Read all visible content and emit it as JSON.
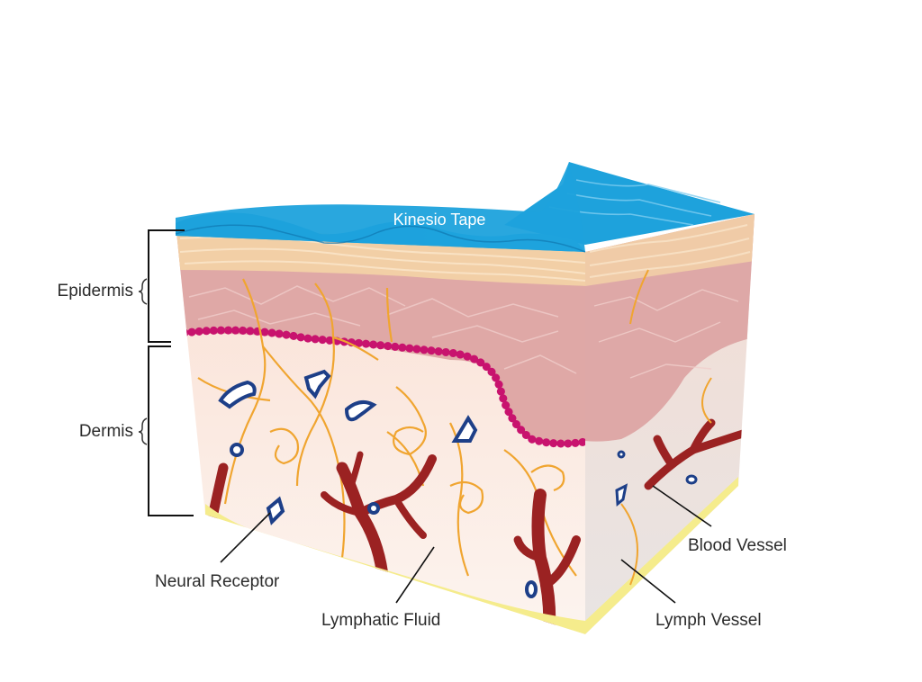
{
  "labels": {
    "tape": "Kinesio Tape",
    "epidermis": "Epidermis",
    "dermis": "Dermis",
    "neural_receptor": "Neural Receptor",
    "lymphatic_fluid": "Lymphatic Fluid",
    "lymph_vessel": "Lymph Vessel",
    "blood_vessel": "Blood Vessel"
  },
  "colors": {
    "tape": "#1ea2dc",
    "epidermis_top": "#f2cfa6",
    "epidermis_lower": "#dfa8a6",
    "basement_membrane": "#c8136e",
    "dermis_top": "#fae2d6",
    "dermis_bottom": "#fbf1ec",
    "subcutis": "#f5ec8c",
    "blood_vessel": "#9b2222",
    "lymph_vessel": "#f0a530",
    "neural_receptor": "#1d3f88"
  }
}
